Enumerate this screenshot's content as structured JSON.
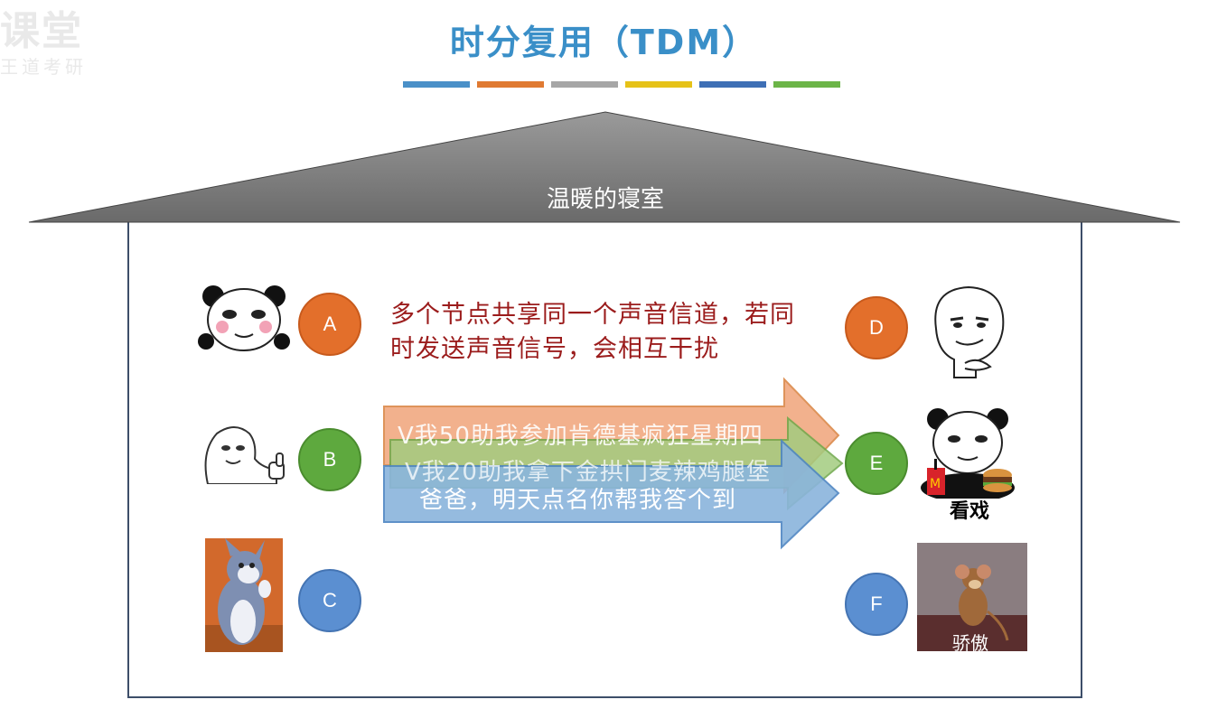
{
  "watermark": {
    "main": "课堂",
    "sub": "王道考研"
  },
  "title": "时分复用（TDM）",
  "color_bar": [
    "#4a90c8",
    "#e07a32",
    "#a6a6a6",
    "#e6c218",
    "#3e6fb5",
    "#6cb548"
  ],
  "roof_label": "温暖的寝室",
  "nodes": {
    "a": {
      "label": "A",
      "color": "#e36f2b"
    },
    "b": {
      "label": "B",
      "color": "#5ea93e"
    },
    "c": {
      "label": "C",
      "color": "#5b8fd1"
    },
    "d": {
      "label": "D",
      "color": "#e36f2b"
    },
    "e": {
      "label": "E",
      "color": "#5ea93e"
    },
    "f": {
      "label": "F",
      "color": "#5b8fd1"
    }
  },
  "description": "多个节点共享同一个声音信道，若同时发送声音信号，会相互干扰",
  "messages": [
    {
      "text": "V我50助我参加肯德基疯狂星期四",
      "color": "#f0a47a"
    },
    {
      "text": "V我20助我拿下金拱门麦辣鸡腿堡",
      "color": "#a3cc80"
    },
    {
      "text": "爸爸，明天点名你帮我答个到",
      "color": "#8ab4dc"
    }
  ],
  "icons": {
    "a": "blushing-panda-emoji",
    "b": "thumbs-up-meme-emoji",
    "c": "tom-cat-image",
    "d": "smug-face-emoji",
    "e": "panda-eating-emoji",
    "f": "jerry-mouse-image"
  },
  "captions": {
    "e": "看戏",
    "f": "骄傲"
  }
}
